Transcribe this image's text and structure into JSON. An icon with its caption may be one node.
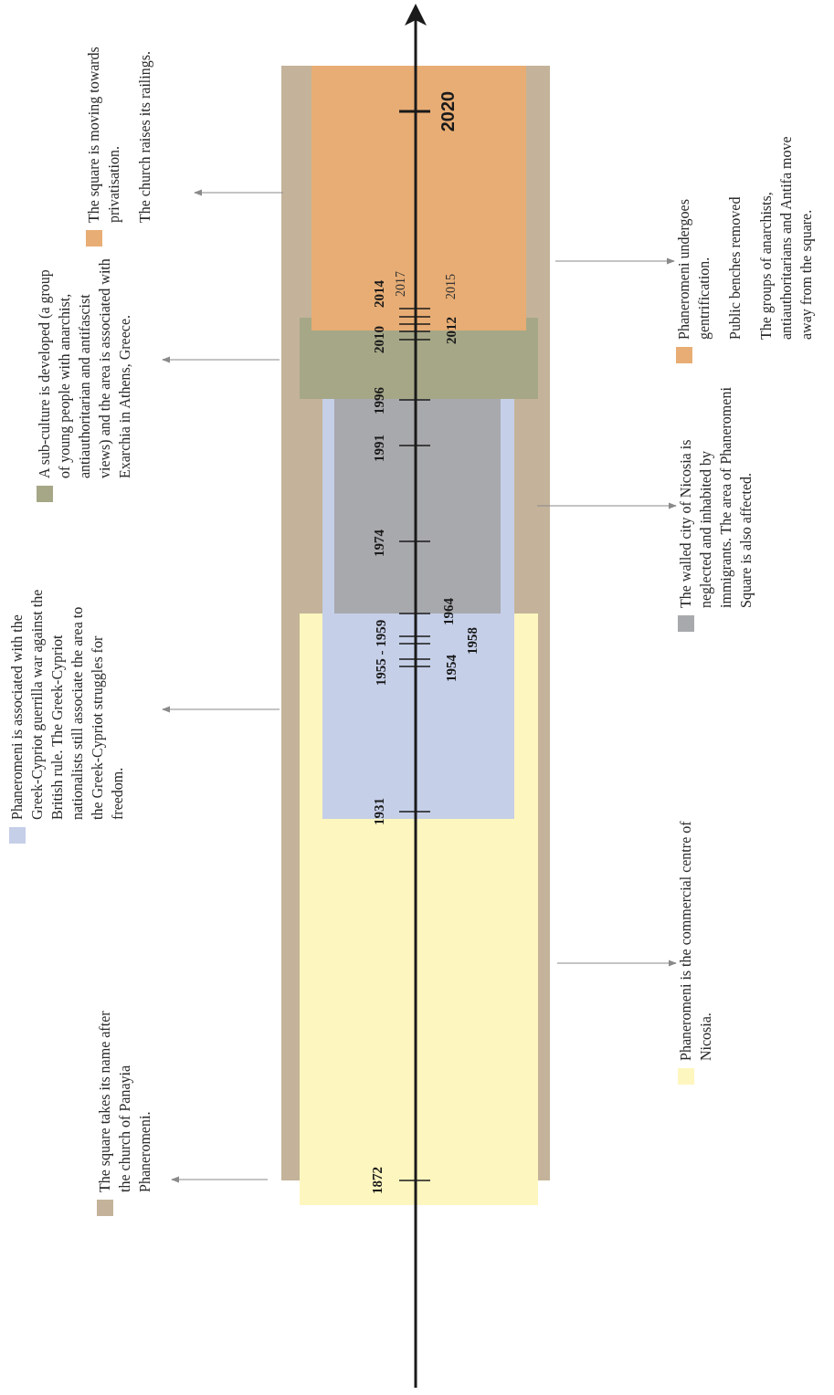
{
  "diagram": {
    "nodes": [
      {
        "text": [
          "The square takes its name after the church of Panayia Phaneromeni."
        ]
      },
      {
        "text": [
          "Phaneromeni is the commercial centre of Nicosia."
        ]
      },
      {
        "text": [
          "Phaneromeni is associated with the Greek-Cypriot guerrilla war against the British rule. The Greek-Cypriot nationalists still associate the area to the Greek-Cypriot struggles for freedom."
        ]
      },
      {
        "text": [
          "The walled city of Nicosia is neglected and inhabited by immigrants. The area of Phaneromeni Square is also affected."
        ]
      },
      {
        "text": [
          "A sub-culture is developed (a group of young people with anarchist, antiauthoritarian and antifascist views) and the area is associated with Exarchia in Athens, Greece."
        ]
      },
      {
        "text": [
          "The square is moving towards privatisation.",
          "The church raises its railings."
        ]
      },
      {
        "text": [
          "Phaneromeni undergoes gentrification.",
          "Public benches removed",
          "The groups of anarchists, antiauthoritarians and Antifa move away from the square."
        ]
      }
    ],
    "edges": [
      {
        "from": null,
        "to": 0,
        "arrow": "to"
      },
      {
        "from": null,
        "to": 1,
        "arrow": "to"
      },
      {
        "from": null,
        "to": 2,
        "arrow": "to"
      },
      {
        "from": null,
        "to": 3,
        "arrow": "to"
      },
      {
        "from": null,
        "to": 4,
        "arrow": "to"
      },
      {
        "from": null,
        "to": 5,
        "arrow": "to"
      },
      {
        "from": null,
        "to": 6,
        "arrow": "to"
      }
    ],
    "labels": [
      "2020",
      "2017",
      "2014",
      "2015",
      "2010",
      "2012",
      "1996",
      "1991",
      "1974",
      "1964",
      "1955 - 1959",
      "1958",
      "1954",
      "1931",
      "1872"
    ]
  }
}
